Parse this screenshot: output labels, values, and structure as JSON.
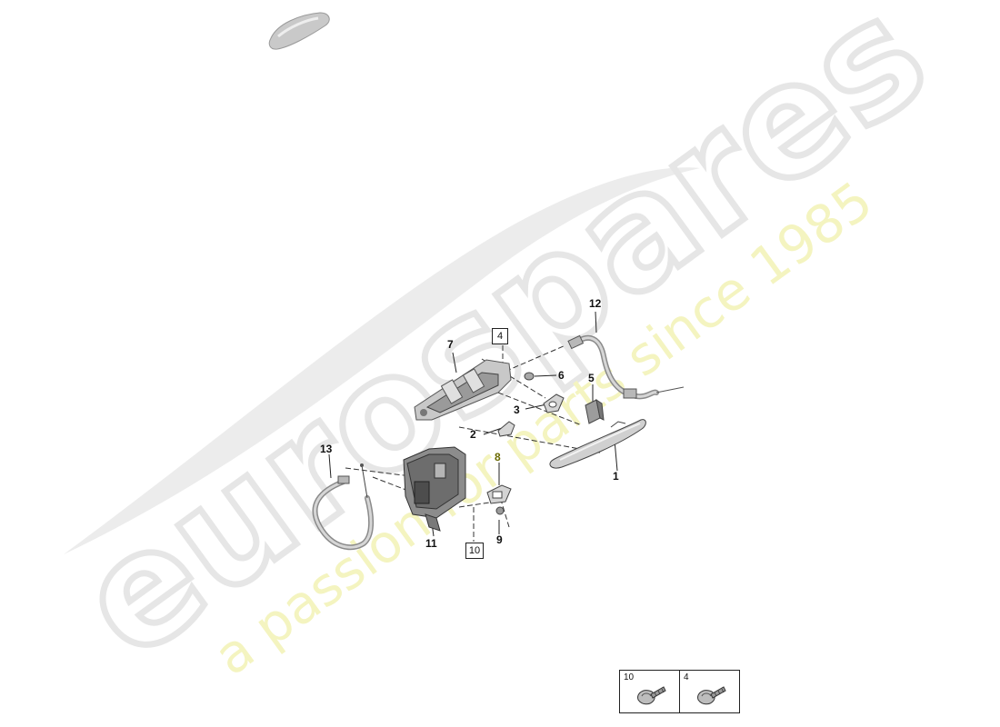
{
  "watermark": {
    "brand": "eurospares",
    "tagline": "a passion for parts since 1985"
  },
  "callouts": {
    "c1": "1",
    "c2": "2",
    "c3": "3",
    "c5": "5",
    "c6": "6",
    "c7": "7",
    "c8": "8",
    "c9": "9",
    "c11": "11",
    "c12": "12",
    "c13": "13"
  },
  "boxed_refs": {
    "b4": "4",
    "b10": "10"
  },
  "legend": {
    "items": [
      {
        "number": "10",
        "icon": "flange-bolt-icon"
      },
      {
        "number": "4",
        "icon": "flange-bolt-icon"
      }
    ]
  },
  "colors": {
    "part_fill": "#cfcfcf",
    "part_dark": "#7a7a7a",
    "watermark_grey": "#e4e4e4",
    "watermark_yellow": "#f3f3b8"
  }
}
